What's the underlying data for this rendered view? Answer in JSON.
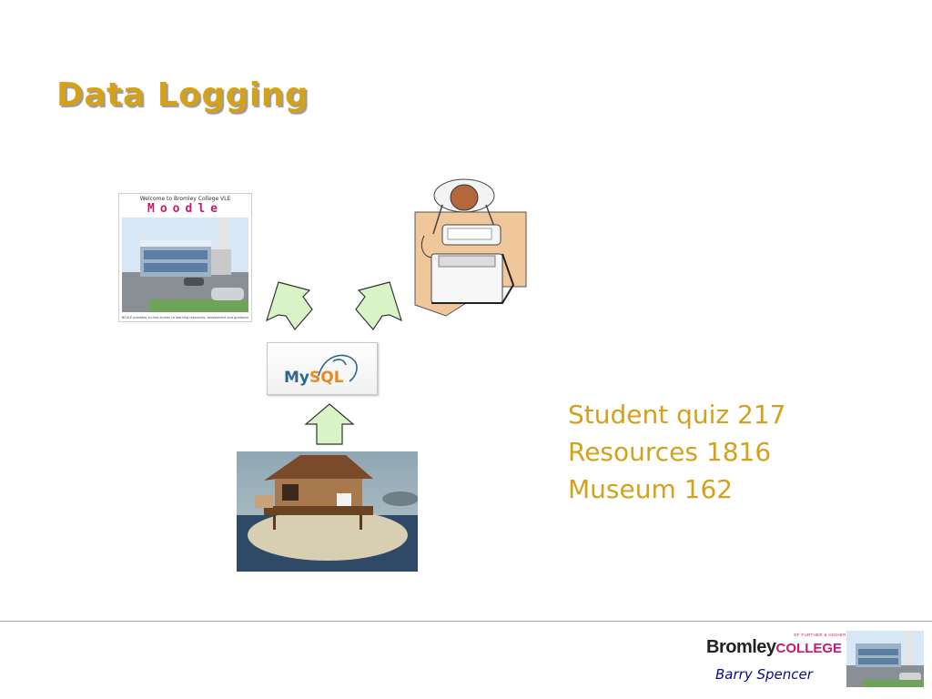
{
  "title": "Data Logging",
  "moodle": {
    "welcome": "Welcome to Bromley College VLE",
    "brand": "Moodle",
    "tagline": "BCVLE provides on-line access to learning resources, assessment and guidance"
  },
  "mysql": {
    "my": "My",
    "sql": "SQL"
  },
  "stats": [
    "Student quiz 217",
    "Resources 1816",
    "Museum 162"
  ],
  "footer": {
    "logo_main": "Bromley",
    "logo_college": "COLLEGE",
    "logo_small": "OF FURTHER & HIGHER EDUCATION",
    "author": "Barry Spencer"
  },
  "colors": {
    "title": "#d4a21a",
    "stats": "#d4a21a",
    "arrow_fill": "#d9f5c8",
    "brand": "#c51a6e",
    "author": "#0a0a8c"
  }
}
